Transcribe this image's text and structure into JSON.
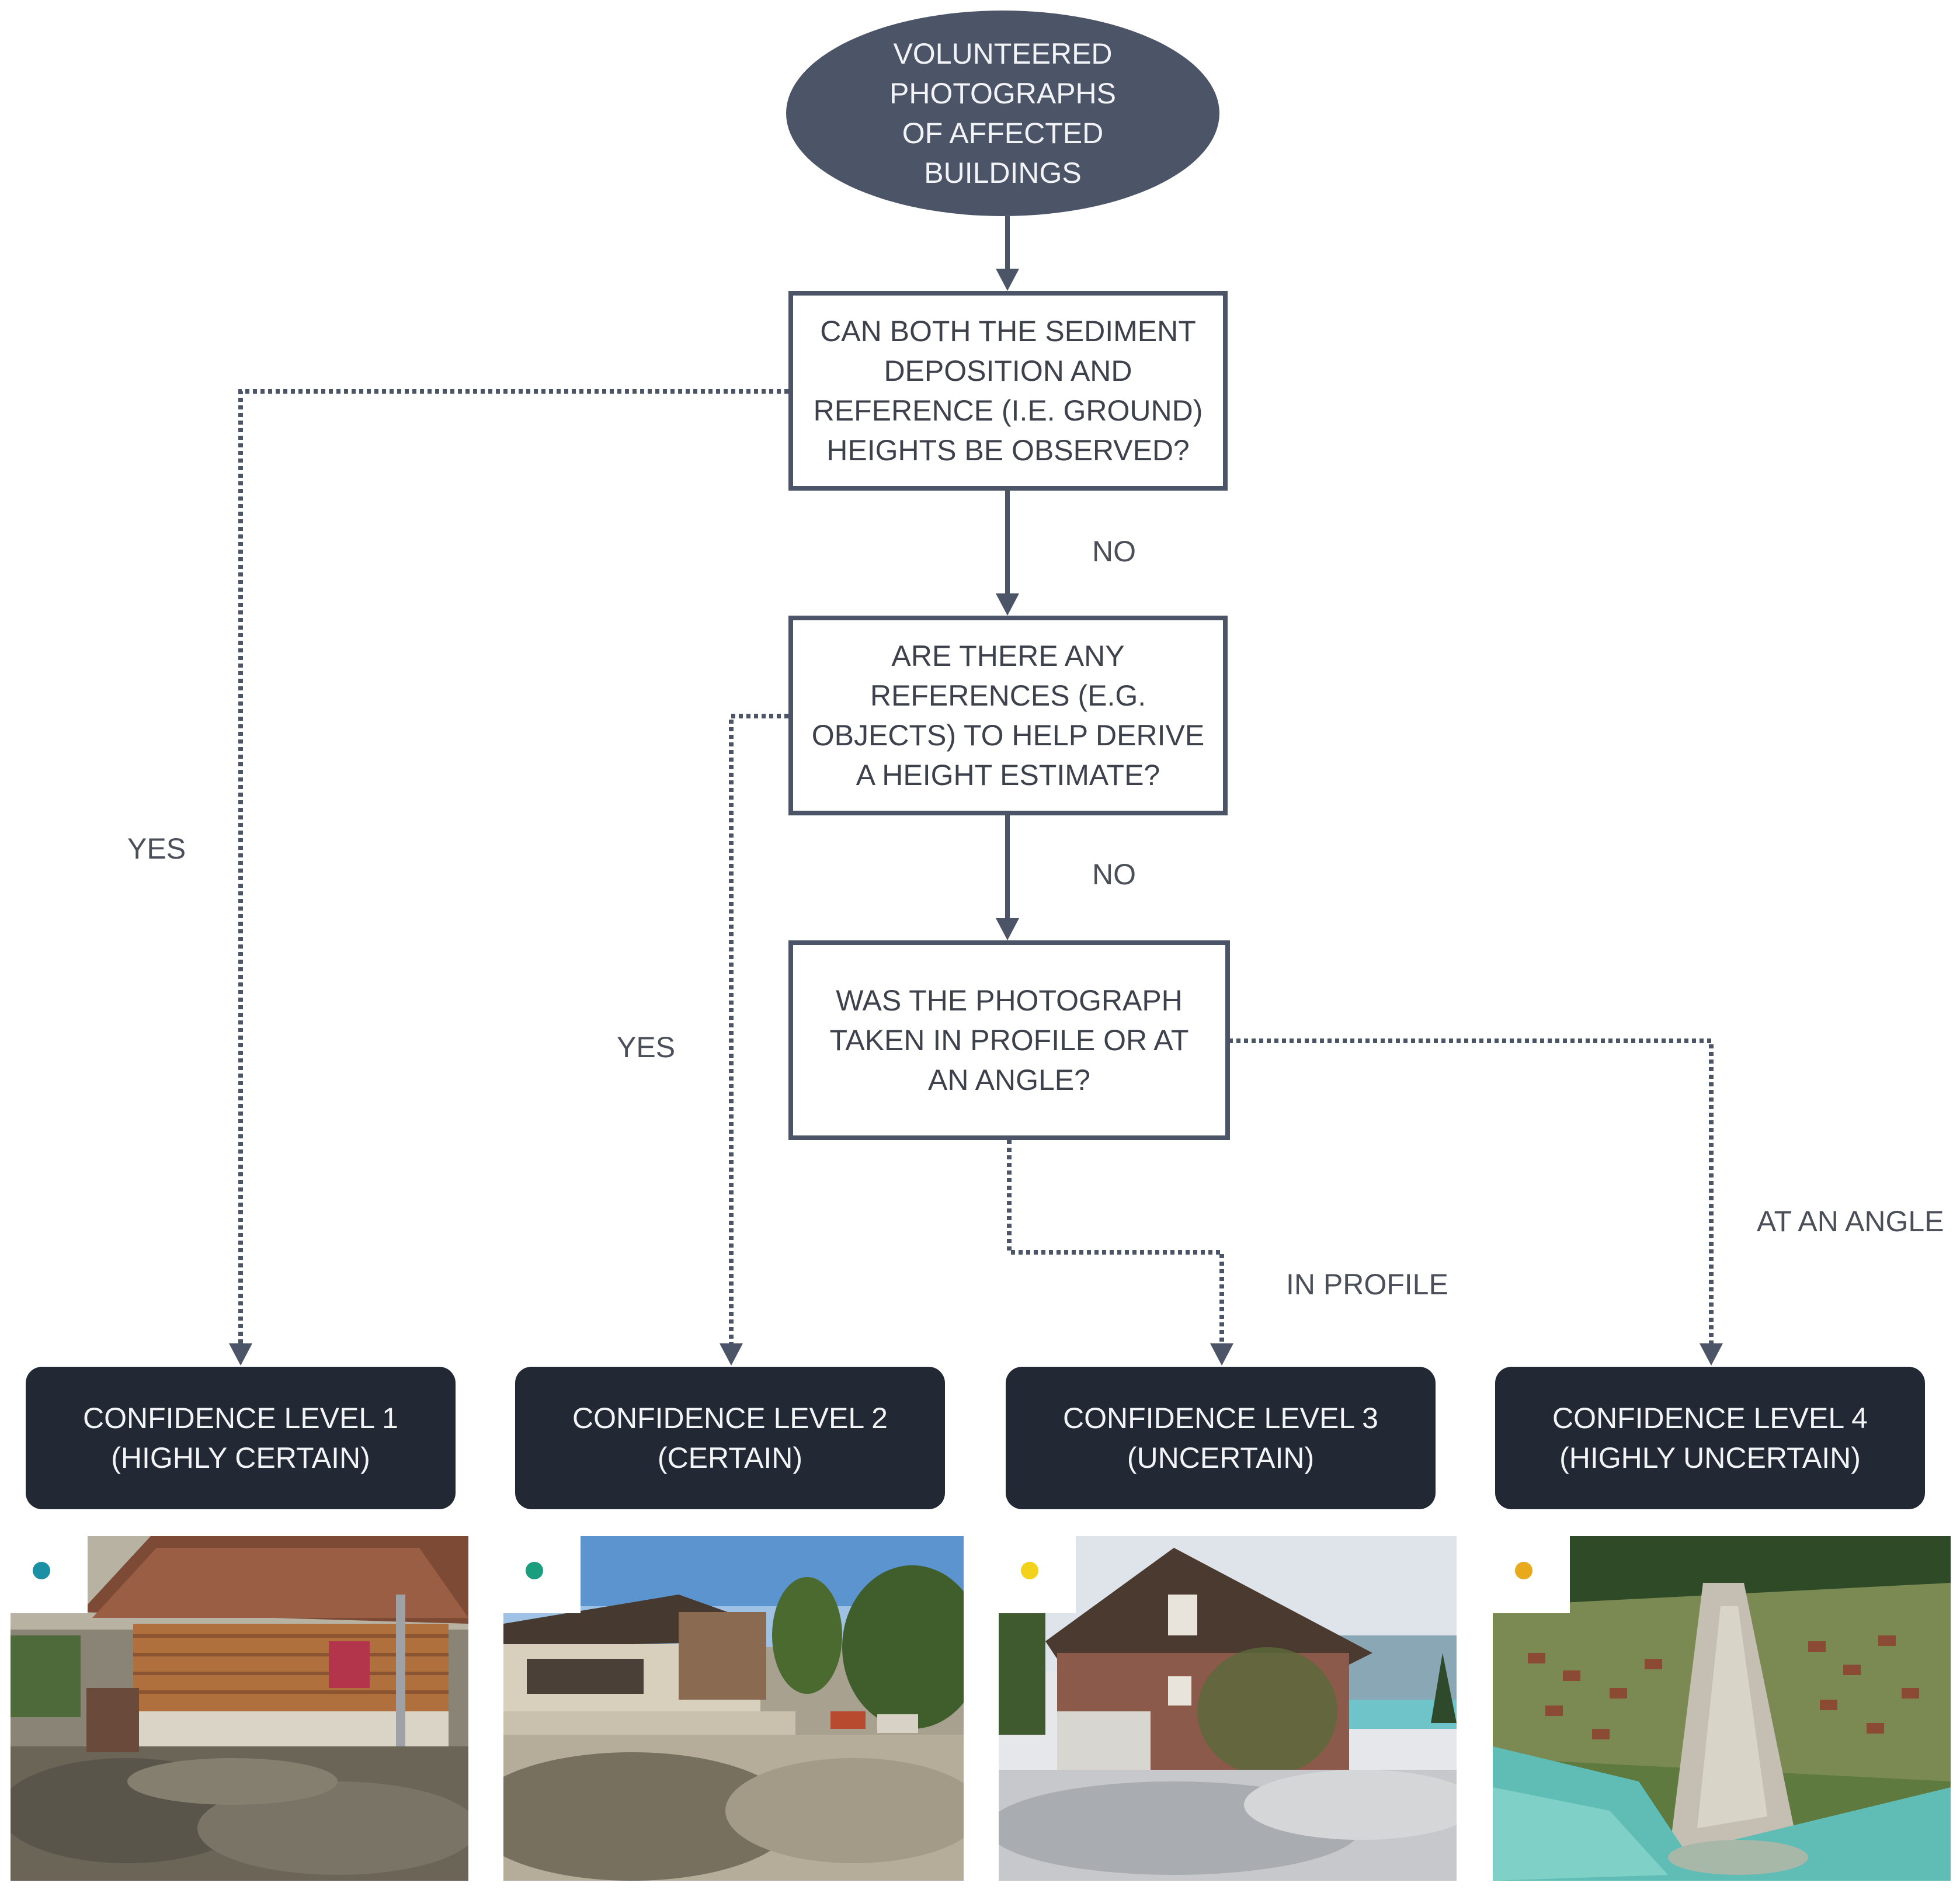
{
  "colors": {
    "node_fill": "#4c5468",
    "outcome_fill": "#232934",
    "connector": "#4c5468",
    "dot_certain": "#1b8fa3",
    "dot_certain_2": "#1a9e7e",
    "dot_uncertain": "#f2d21a",
    "dot_highly_uncertain": "#e8a91c"
  },
  "start": {
    "label": "VOLUNTEERED\nPHOTOGRAPHS\nOF AFFECTED\nBUILDINGS"
  },
  "questions": [
    {
      "label": "CAN BOTH THE SEDIMENT\nDEPOSITION AND\nREFERENCE (I.E. GROUND)\nHEIGHTS BE OBSERVED?"
    },
    {
      "label": "ARE THERE ANY\nREFERENCES (E.G.\nOBJECTS) TO HELP DERIVE\nA HEIGHT ESTIMATE?"
    },
    {
      "label": "WAS THE PHOTOGRAPH\nTAKEN IN PROFILE OR AT\nAN ANGLE?"
    }
  ],
  "edge_labels": {
    "q1_no": "NO",
    "q1_yes": "YES",
    "q2_no": "NO",
    "q2_yes": "YES",
    "q3_profile": "IN PROFILE",
    "q3_angle": "AT AN ANGLE"
  },
  "outcomes": [
    {
      "label": "CONFIDENCE LEVEL 1\n(HIGHLY CERTAIN)",
      "dot_color": "#1b8fa3"
    },
    {
      "label": "CONFIDENCE LEVEL 2\n(CERTAIN)",
      "dot_color": "#1a9e7e"
    },
    {
      "label": "CONFIDENCE LEVEL 3\n(UNCERTAIN)",
      "dot_color": "#f2d21a"
    },
    {
      "label": "CONFIDENCE LEVEL 4\n(HIGHLY UNCERTAIN)",
      "dot_color": "#e8a91c"
    }
  ]
}
